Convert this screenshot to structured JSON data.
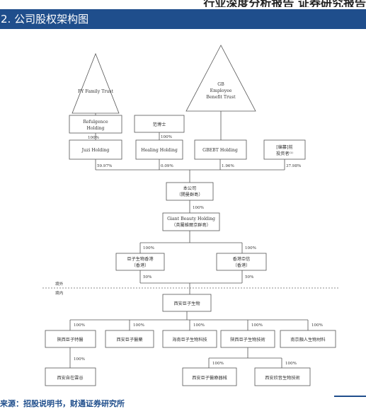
{
  "header": {
    "banner": "行业深度分析报告 证券研究报告"
  },
  "figure": {
    "title": "2. 公司股权架构图"
  },
  "footer": {
    "source": "来源：招股说明书，财通证券研究所"
  },
  "org": {
    "fy_trust": "FY Family Trust",
    "gb_trust": [
      "GB",
      "Employee",
      "Benefit Trust"
    ],
    "refulgence": [
      "Refulgence",
      "Holding"
    ],
    "fan": "范博士",
    "juzi": "Juzi Holding",
    "healing": "Healing Holding",
    "gbebt": "GBEBT Holding",
    "investors": [
      "[编纂]前",
      "投资者⁽¹⁾"
    ],
    "company": [
      "本公司",
      "（開曼群島）"
    ],
    "giant": [
      "Giant Beauty Holding",
      "（英屬維爾京群島）"
    ],
    "hk_bio": [
      "巨子生物香港",
      "（香港）"
    ],
    "hk_xb": [
      "香港亞信",
      "（香港）"
    ],
    "xian": "西安巨子生物",
    "shaanxi_tech": "陝西巨子特醫",
    "xian_pharma": "西安巨子醫藥",
    "hainan": "海南巨子生物科技",
    "shaanxi_bio": "陝西巨子生物技術",
    "nanjing": "南京顏人生物材料",
    "xian_shop": "西安自在雲谷",
    "xian_device": "西安巨子醫療器械",
    "xian_tissue": "西安欣音生物技術",
    "overseas": "境外",
    "domestic": "境内",
    "pct": {
      "refulgence_juzi": "100%",
      "fan_healing": "100%",
      "juzi": "59.97%",
      "healing": "0.09%",
      "gbebt": "1.96%",
      "investors": "37.98%",
      "company_giant": "100%",
      "giant_hkbio": "100%",
      "giant_hkxb": "100%",
      "hkbio_xian": "50%",
      "hkxb_xian": "50%",
      "xian_c1": "100%",
      "xian_c2": "100%",
      "xian_c3": "100%",
      "xian_c4": "100%",
      "xian_c5": "100%",
      "c1_shop": "100%",
      "c4_device": "100%",
      "c4_tissue": "100%"
    }
  }
}
